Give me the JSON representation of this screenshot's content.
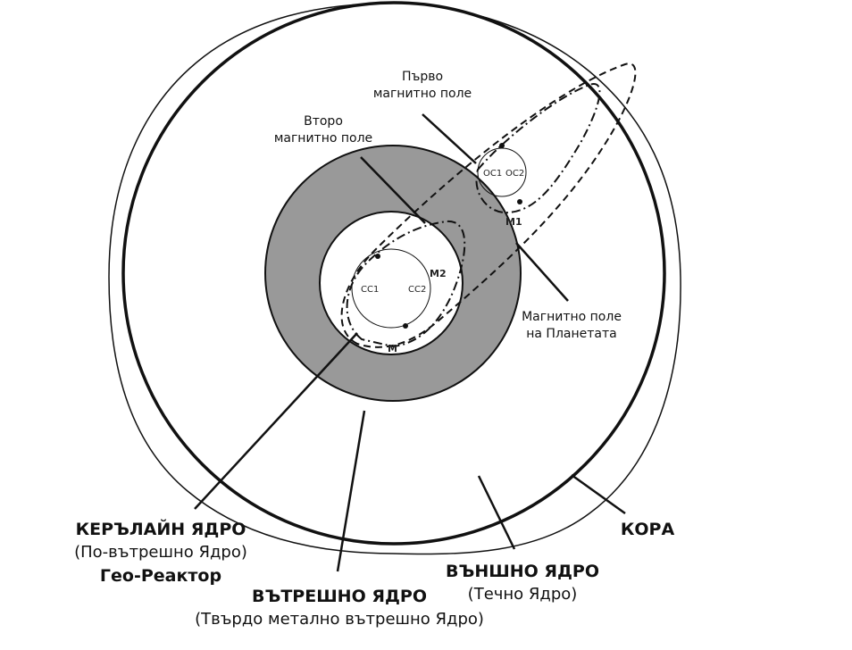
{
  "labels": {
    "first_field": [
      "Първо",
      "магнитно поле"
    ],
    "second_field": [
      "Второ",
      "магнитно поле"
    ],
    "planet_field": [
      "Магнитно поле",
      "на Планетата"
    ],
    "curline_core": {
      "title": "КЕРЪЛАЙН ЯДРО",
      "sub": "(По-вътрешно Ядро)",
      "extra": "Гео-Реактор"
    },
    "inner_core": {
      "title": "ВЪТРЕШНО ЯДРО",
      "sub": "(Твърдо метално вътрешно Ядро)"
    },
    "outer_core": {
      "title": "ВЪНШНО ЯДРО",
      "sub": "(Течно Ядро)"
    },
    "crust": "КОРА",
    "markers": {
      "oc1": "OC1",
      "oc2": "OC2",
      "m1": "M1",
      "cc1": "CC1",
      "cc2": "CC2",
      "m2": "M2",
      "m": "M"
    }
  },
  "colors": {
    "inner_core_fill": "#999999",
    "line": "#111111"
  }
}
